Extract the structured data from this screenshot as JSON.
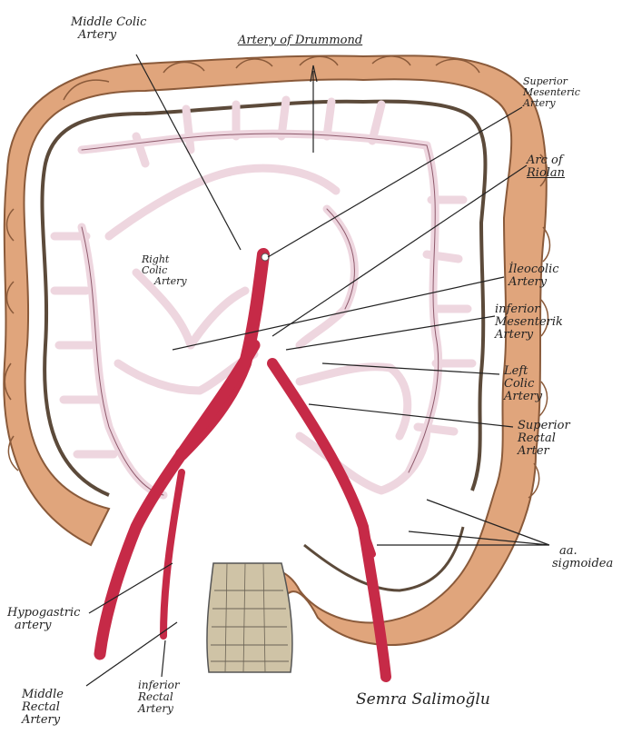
{
  "labels": {
    "middle_colic": [
      "Middle Colic",
      "Artery"
    ],
    "drummond": "Artery of Drummond",
    "superior_mesenteric": [
      "Superior",
      "Mesenteric",
      "Artery"
    ],
    "riolan": [
      "Arc of",
      "Riolan"
    ],
    "right_colic": [
      "Right",
      "Colic",
      "Artery"
    ],
    "ileocolic": [
      "İleocolic",
      "Artery"
    ],
    "inferior_mesenteric": [
      "inferior",
      "Mesenterik",
      "Artery"
    ],
    "left_colic": [
      "Left",
      "Colic",
      "Artery"
    ],
    "superior_rectal": [
      "Superior",
      "Rectal",
      "Arter"
    ],
    "sigmoidea": [
      "aa.",
      "sigmoidea"
    ],
    "hypogastric": [
      "Hypogastric",
      "artery"
    ],
    "middle_rectal": [
      "Middle",
      "Rectal",
      "Artery"
    ],
    "inferior_rectal": [
      "inferior",
      "Rectal",
      "Artery"
    ]
  },
  "signature": "Semra Salimoğlu",
  "colors": {
    "colon": "#e0a57c",
    "colon_edge": "#8a5a3a",
    "artery_main": "#c62a47",
    "arcade": "#eed6df",
    "arcade_edge": "#8e5a6c",
    "rectum": "#cfc3a6"
  }
}
